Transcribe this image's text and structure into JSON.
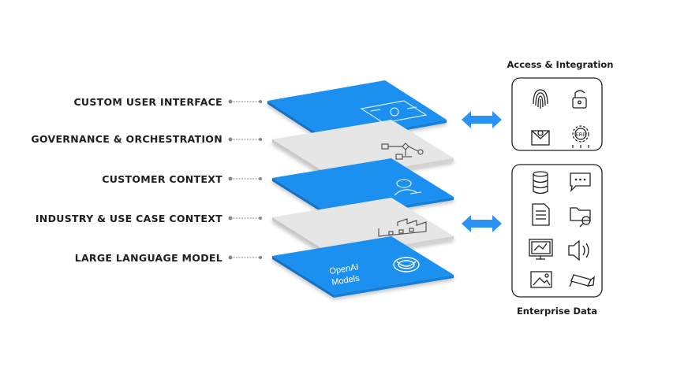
{
  "layers": [
    {
      "label": "CUSTOM USER INTERFACE",
      "color": "#1e90f0"
    },
    {
      "label": "GOVERNANCE & ORCHESTRATION",
      "color": "#e4e4e4"
    },
    {
      "label": "CUSTOMER CONTEXT",
      "color": "#1e90f0"
    },
    {
      "label": "INDUSTRY & USE CASE CONTEXT",
      "color": "#e4e4e4"
    },
    {
      "label": "LARGE LANGUAGE MODEL",
      "color": "#1e90f0"
    }
  ],
  "llm_badge": {
    "line1": "OpenAI",
    "line2": "Models"
  },
  "access_panel": {
    "title": "Access & Integration",
    "icons": [
      "fingerprint-icon",
      "padlock-icon",
      "email-icon",
      "erp-gear-icon"
    ],
    "erp_text": "ERP"
  },
  "data_panel": {
    "title": "Enterprise Data",
    "icons": [
      "database-icon",
      "chat-bubble-icon",
      "document-icon",
      "folder-search-icon",
      "monitor-chart-icon",
      "speaker-icon",
      "image-icon",
      "camera-icon"
    ]
  },
  "colors": {
    "accent": "#1e90f0",
    "arrow": "#2b93f5",
    "gray_layer": "#e4e4e4",
    "text": "#1e1e1e"
  }
}
